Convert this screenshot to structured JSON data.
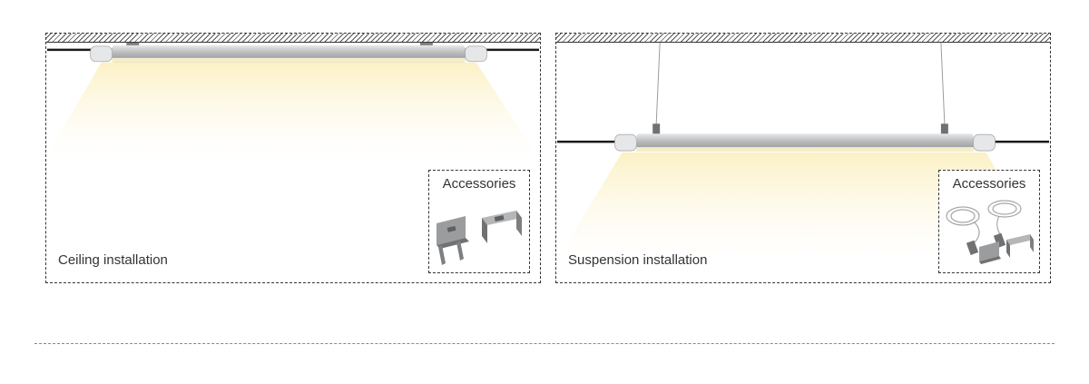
{
  "panels": [
    {
      "label": "Ceiling installation",
      "accessories_title": "Accessories"
    },
    {
      "label": "Suspension installation",
      "accessories_title": "Accessories"
    }
  ],
  "colors": {
    "frame": "#333333",
    "cable": "#1a1a1a",
    "light": "#fdf3c4",
    "tube": "#b9bbbd",
    "accessory": "#8a8c8e"
  },
  "icons": [
    "ceiling-mount-clip-icon",
    "suspension-kit-icon"
  ]
}
